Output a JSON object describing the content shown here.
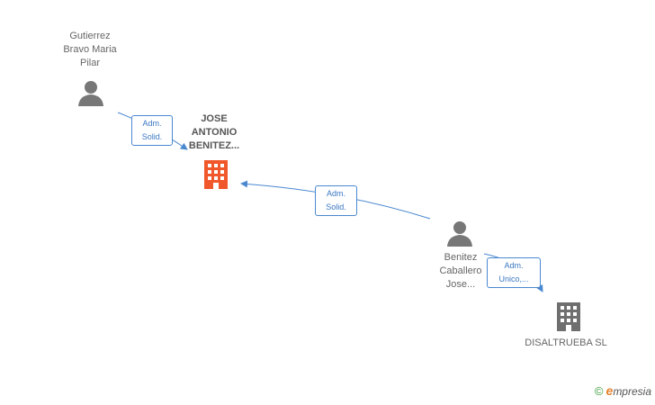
{
  "nodes": {
    "gutierrez": {
      "line1": "Gutierrez",
      "line2": "Bravo Maria",
      "line3": "Pilar",
      "icon": "person-icon"
    },
    "jose_antonio": {
      "line1": "JOSE",
      "line2": "ANTONIO",
      "line3": "BENITEZ...",
      "icon": "building-icon",
      "color": "#f0572a"
    },
    "benitez_caballero": {
      "line1": "Benitez",
      "line2": "Caballero",
      "line3": "Jose...",
      "icon": "person-icon"
    },
    "disaltrueba": {
      "line1": "DISALTRUEBA SL",
      "icon": "building-icon",
      "color": "#6f6f6f"
    }
  },
  "edges": [
    {
      "line1": "Adm.",
      "line2": "Solid."
    },
    {
      "line1": "Adm.",
      "line2": "Solid."
    },
    {
      "line1": "Adm.",
      "line2": "Unico,..."
    }
  ],
  "colors": {
    "edge": "#4a88d0",
    "person": "#777777"
  },
  "brand": {
    "copyright": "©",
    "initial": "e",
    "name": "mpresia"
  }
}
